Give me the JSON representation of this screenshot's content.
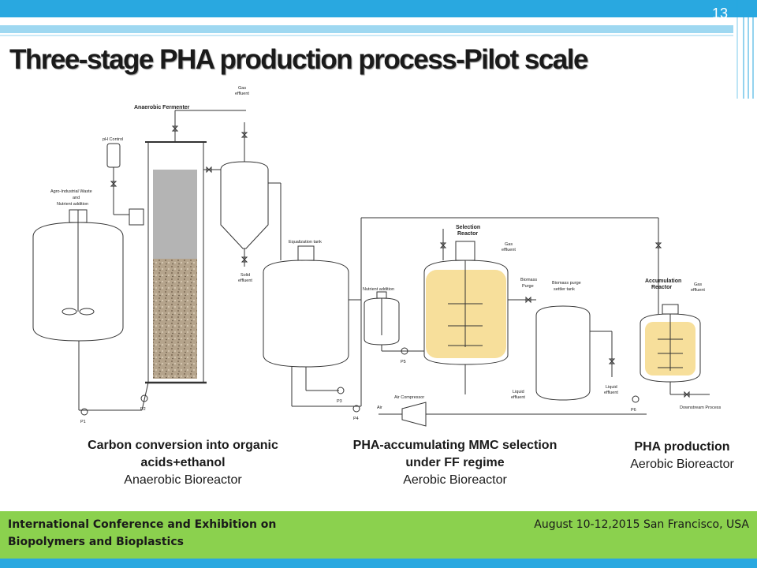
{
  "slide": {
    "number": "13",
    "title": "Three-stage PHA production process-Pilot scale"
  },
  "diagram": {
    "labels": {
      "anaerobic_fermenter": "Anaerobic Fermenter",
      "gas_effluent_1": "Gas",
      "gas_effluent_1b": "effluent",
      "ph_control": "pH Control",
      "agro_waste_1": "Agro-Industrial Waste",
      "agro_waste_2": "and",
      "agro_waste_3": "Nutrient addition",
      "solid_effluent_1": "Solid",
      "solid_effluent_2": "effluent",
      "equalization_tank": "Equalization tank",
      "selection_reactor_1": "Selection",
      "selection_reactor_2": "Reactor",
      "gas_effluent_2": "Gas",
      "gas_effluent_2b": "effluent",
      "nutrient_addition": "Nutrient addition",
      "biomass_purge_1": "Biomass",
      "biomass_purge_2": "Purge",
      "settler_tank": "Biomass purge",
      "settler_tank_2": "settler tank",
      "accumulation_reactor_1": "Accumulation",
      "accumulation_reactor_2": "Reactor",
      "gas_effluent_3": "Gas",
      "gas_effluent_3b": "effluent",
      "liquid_effluent_1": "Liquid",
      "liquid_effluent_1b": "effluent",
      "liquid_effluent_2": "Liquid",
      "liquid_effluent_2b": "effluent",
      "air_compressor": "Air Compressor",
      "air": "Air",
      "downstream": "Downstream Process",
      "p1": "P1",
      "p2": "P2",
      "p3": "P3",
      "p4": "P4",
      "p5": "P5",
      "p6": "P6"
    },
    "highlight_color": "#f6d98a"
  },
  "captions": [
    {
      "bold": "Carbon conversion into organic acids+ethanol",
      "plain": "Anaerobic Bioreactor"
    },
    {
      "bold": "PHA-accumulating MMC selection under FF regime",
      "plain": "Aerobic Bioreactor"
    },
    {
      "bold": "PHA production",
      "plain": "Aerobic Bioreactor"
    }
  ],
  "footer": {
    "conference": "International Conference and Exhibition on Biopolymers and Bioplastics",
    "date_place": "August 10-12,2015 San Francisco, USA"
  },
  "colors": {
    "accent_blue": "#29a8e0",
    "footer_green": "#8bd14e"
  }
}
